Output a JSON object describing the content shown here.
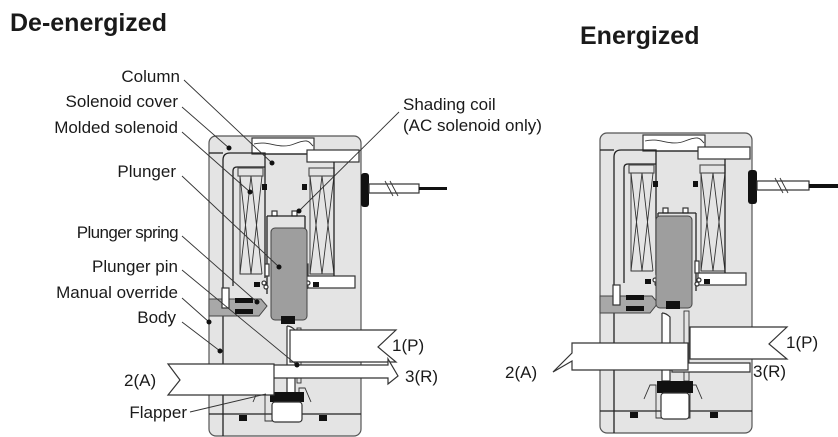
{
  "panels": [
    {
      "id": "de-energized",
      "title": "De-energized",
      "labels": {
        "column": "Column",
        "solenoid_cover": "Solenoid cover",
        "molded_solenoid": "Molded solenoid",
        "plunger": "Plunger",
        "plunger_spring": "Plunger spring",
        "plunger_pin": "Plunger pin",
        "manual_override": "Manual override",
        "body": "Body",
        "flapper": "Flapper",
        "shading_coil_line1": "Shading coil",
        "shading_coil_line2": "(AC solenoid only)"
      },
      "ports": {
        "p1": "1(P)",
        "p2": "2(A)",
        "p3": "3(R)"
      }
    },
    {
      "id": "energized",
      "title": "Energized",
      "ports": {
        "p1": "1(P)",
        "p2": "2(A)",
        "p3": "3(R)"
      }
    }
  ],
  "colors": {
    "body": "#e4e4e4",
    "plunger": "#9e9e9e",
    "outline": "#333333",
    "seal": "#111111"
  }
}
